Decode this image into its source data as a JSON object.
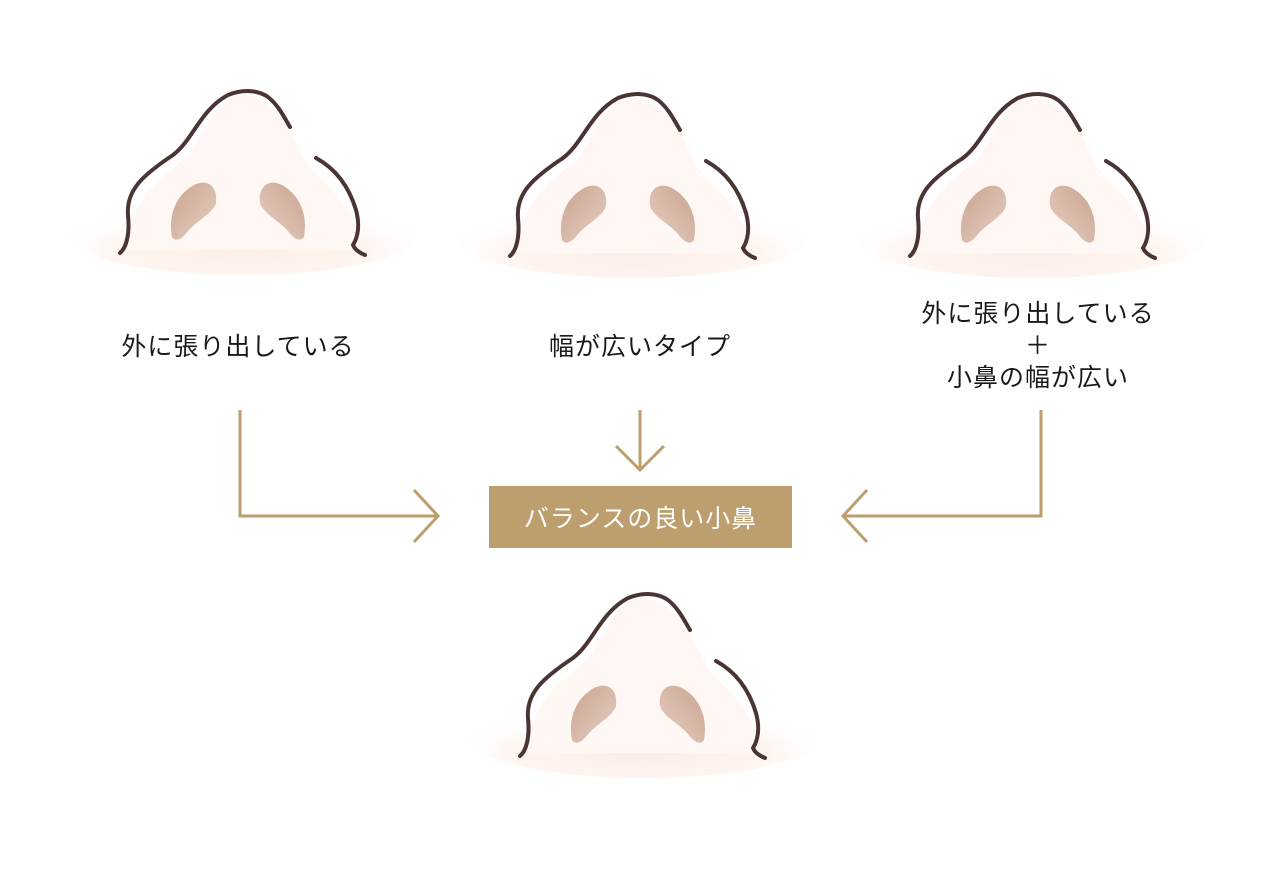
{
  "colors": {
    "accent": "#bd9e6e",
    "outline": "#4a3533",
    "skin": "#fdf6f1",
    "nostril": "#d6b8a8"
  },
  "types": [
    {
      "lines": [
        "外に張り出している"
      ]
    },
    {
      "lines": [
        "幅が広いタイプ"
      ]
    },
    {
      "lines": [
        "外に張り出している",
        "＋",
        "小鼻の幅が広い"
      ]
    }
  ],
  "result": {
    "label": "バランスの良い小鼻"
  }
}
